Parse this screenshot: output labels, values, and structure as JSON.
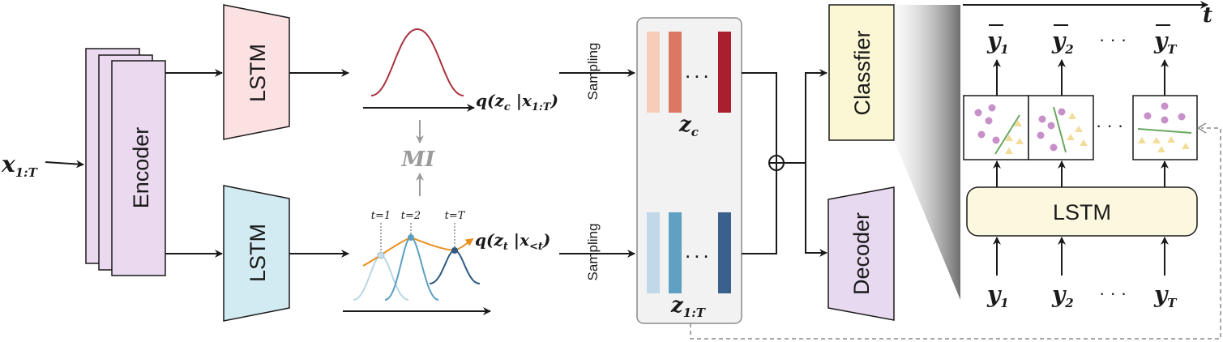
{
  "input": {
    "base": "x",
    "sub": "1:T"
  },
  "encoder": {
    "label": "Encoder",
    "color": "#ead9ef"
  },
  "lstm_top": {
    "label": "LSTM",
    "color": "#fbe1e2"
  },
  "lstm_bottom": {
    "label": "LSTM",
    "color": "#d2eaf1"
  },
  "dist_top": {
    "q": "q(z",
    "var_sub": "c",
    "bar": " |x",
    "cond_sub": "1:T",
    "close": ")",
    "curve_color": "#a9323c"
  },
  "dist_bottom": {
    "q": "q(z",
    "var_sub": "t",
    "bar": " |x",
    "cond_sub": "<t",
    "close": ")",
    "time_labels": [
      "t=1",
      "t=2",
      "t=T"
    ],
    "trend_color": "#e8901f"
  },
  "mi": {
    "label": "MI"
  },
  "sampling_labels": [
    "Sampling",
    "Sampling"
  ],
  "latent_top": {
    "base": "z",
    "sub": "c",
    "colors": [
      "#f6cdb8",
      "#dc7763",
      "#a91f2e"
    ]
  },
  "latent_bottom": {
    "base": "z",
    "sub": "1:T",
    "colors": [
      "#c1d8e9",
      "#5fa0c3",
      "#3a618e"
    ]
  },
  "classifier": {
    "label": "Classfier",
    "color": "#fbf7d5"
  },
  "decoder": {
    "label": "Decoder",
    "color": "#e7d9ef"
  },
  "detail": {
    "time_axis_label": "t",
    "lstm_label": "LSTM",
    "lstm_color": "#fbf8df",
    "outputs": [
      {
        "base": "y",
        "sub": "1"
      },
      {
        "base": "y",
        "sub": "2"
      },
      {
        "base": "y",
        "sub": "T"
      }
    ],
    "inputs": [
      {
        "base": "y",
        "sub": "1"
      },
      {
        "base": "y",
        "sub": "2"
      },
      {
        "base": "y",
        "sub": "T"
      }
    ],
    "ellipsis": "· · ·",
    "dot_color": "#c890c9",
    "triangle_color": "#f3dc9a",
    "boundary_color": "#6aa861"
  }
}
